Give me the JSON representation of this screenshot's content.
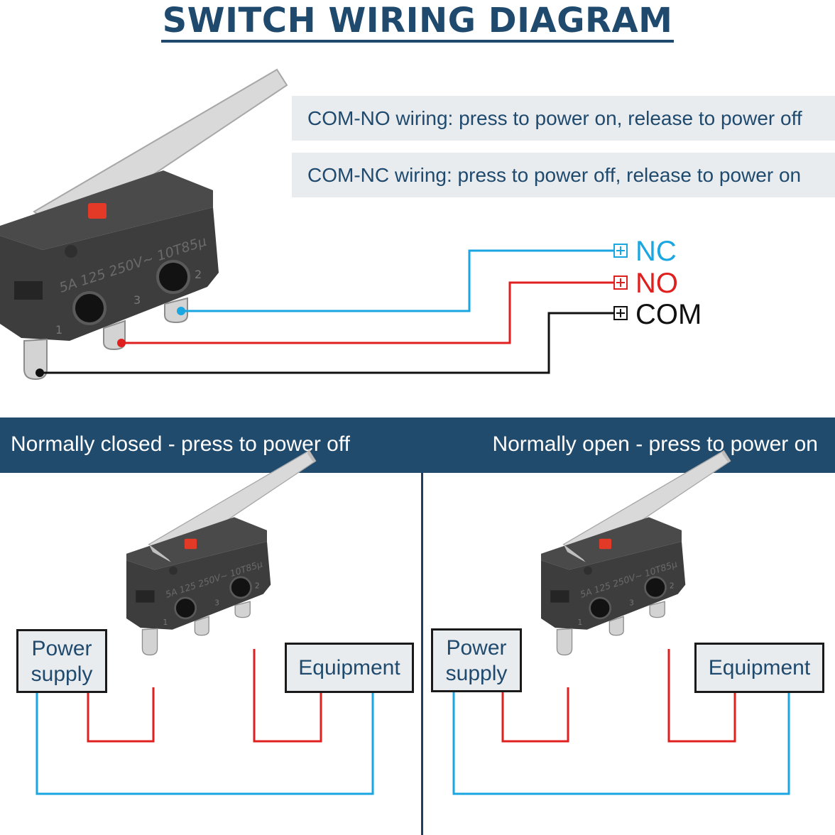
{
  "title": "SWITCH WIRING DIAGRAM",
  "notes": [
    "COM-NO wiring: press to power on, release to power off",
    "COM-NC wiring: press to power off, release to power on"
  ],
  "terminals": [
    {
      "label": "NC",
      "color": "#1aa6e0"
    },
    {
      "label": "NO",
      "color": "#e01f1f"
    },
    {
      "label": "COM",
      "color": "#111111"
    }
  ],
  "switch_marking": "5A 125 250V~ 10T85μ",
  "pin_numbers": [
    "1",
    "3",
    "2"
  ],
  "panels": {
    "left": {
      "heading": "Normally closed - press to power off",
      "power": [
        "Power",
        "supply"
      ],
      "equipment": "Equipment"
    },
    "right": {
      "heading": "Normally open - press to power on",
      "power": [
        "Power",
        "supply"
      ],
      "equipment": "Equipment"
    }
  },
  "colors": {
    "navy": "#214b6c",
    "wire_blue": "#1aa6e0",
    "wire_red": "#e01f1f",
    "wire_black": "#111111"
  }
}
